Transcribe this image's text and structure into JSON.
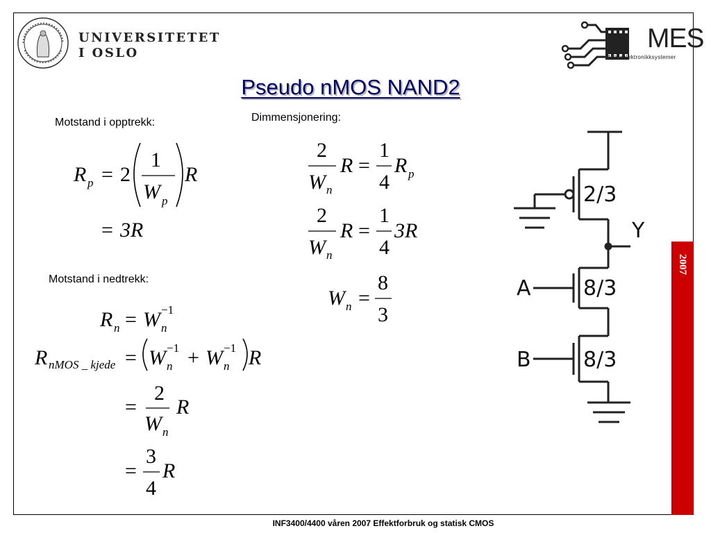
{
  "header": {
    "university_line1": "UNIVERSITETET",
    "university_line2": "I OSLO",
    "mes_logo": "MES",
    "mes_subtitle": "Mikroelektronikksystemer",
    "seal_icon": "uio-seal-icon"
  },
  "title": "Pseudo nMOS NAND2",
  "side_year": "2007",
  "sections": {
    "pullup_label": "Motstand i opptrekk:",
    "pulldown_label": "Motstand i nedtrekk:",
    "sizing_label": "Dimmensjonering:"
  },
  "equations": {
    "pullup": {
      "lhs": "R",
      "lhs_sub": "p",
      "coef": "2",
      "num": "1",
      "den": "W",
      "den_sub": "p",
      "tail": "R",
      "result": "3R"
    },
    "pulldown": {
      "l1_lhs": "R",
      "l1_lhs_sub": "n",
      "l1_rhs": "W",
      "l1_rhs_sub": "n",
      "l1_rhs_sup": "−1",
      "l2_lhs": "R",
      "l2_lhs_sub": "nMOS _ kjede",
      "l2_w": "W",
      "l2_sub": "n",
      "l2_sup": "−1",
      "l2_plus": "+",
      "l2_tail": "R",
      "l3_num": "2",
      "l3_den": "W",
      "l3_den_sub": "n",
      "l3_tail": "R",
      "l4_num": "3",
      "l4_den": "4",
      "l4_tail": "R"
    },
    "sizing": {
      "e1_num": "2",
      "e1_den": "W",
      "e1_den_sub": "n",
      "e1_mid": "R",
      "e1_rnum": "1",
      "e1_rden": "4",
      "e1_tail": "R",
      "e1_tail_sub": "p",
      "e2_num": "2",
      "e2_den": "W",
      "e2_den_sub": "n",
      "e2_mid": "R",
      "e2_rnum": "1",
      "e2_rden": "4",
      "e2_tail": "3R",
      "e3_lhs": "W",
      "e3_lhs_sub": "n",
      "e3_num": "8",
      "e3_den": "3"
    },
    "eq": "=",
    "lparen": "(",
    "rparen": ")"
  },
  "circuit": {
    "pmos_size": "2/3",
    "output": "Y",
    "input_a": "A",
    "input_b": "B",
    "nmos_a_size": "8/3",
    "nmos_b_size": "8/3"
  },
  "footer": "INF3400/4400 våren 2007 Effektforbruk og statisk CMOS",
  "colors": {
    "title": "#000066",
    "accent_red": "#cc0000",
    "title_shadow": "#b8b8b8"
  }
}
